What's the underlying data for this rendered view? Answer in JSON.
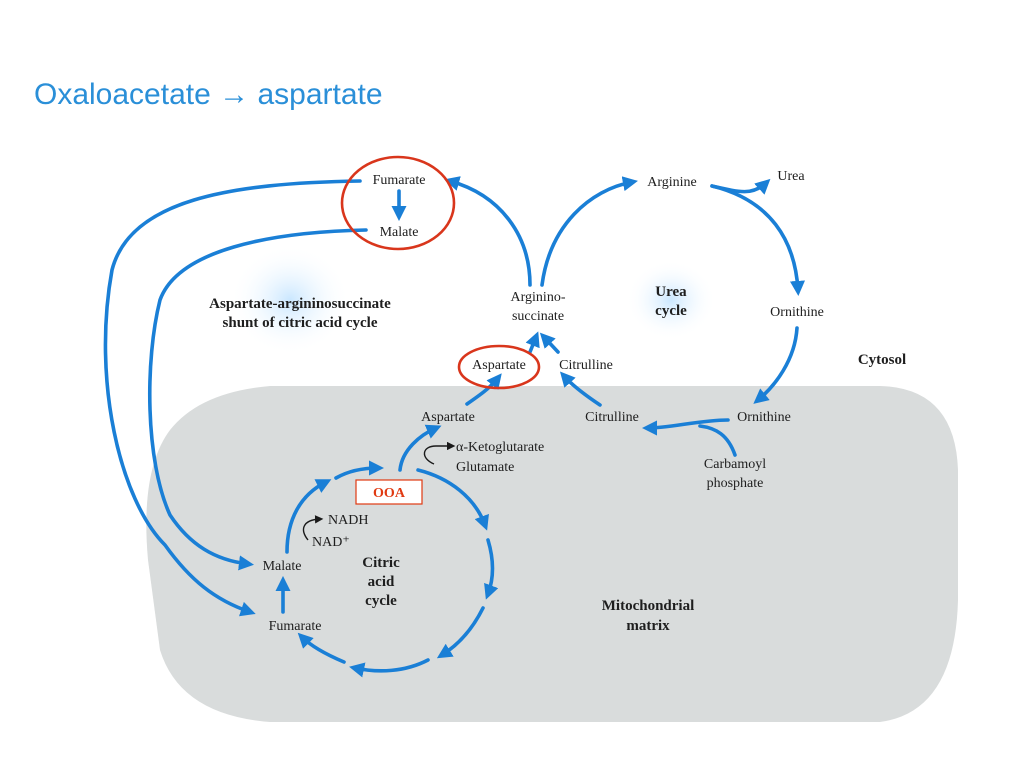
{
  "slide": {
    "title": "Oxaloacetate → aspartate"
  },
  "diagram": {
    "shunt_label_line1": "Aspartate-argininosuccinate",
    "shunt_label_line2": "shunt of citric acid cycle",
    "urea_cycle_line1": "Urea",
    "urea_cycle_line2": "cycle",
    "citric_cycle_line1": "Citric",
    "citric_cycle_line2": "acid",
    "citric_cycle_line3": "cycle",
    "cytosol": "Cytosol",
    "matrix_line1": "Mitochondrial",
    "matrix_line2": "matrix",
    "ooa": "OOA",
    "nodes": {
      "fumarate_top": "Fumarate",
      "malate_top": "Malate",
      "arginine": "Arginine",
      "urea": "Urea",
      "argininosuccinate_line1": "Arginino-",
      "argininosuccinate_line2": "succinate",
      "ornithine_cyto": "Ornithine",
      "aspartate_cyto": "Aspartate",
      "citrulline_cyto": "Citrulline",
      "aspartate_mito": "Aspartate",
      "citrulline_mito": "Citrulline",
      "ornithine_mito": "Ornithine",
      "ketoglutarate": "α-Ketoglutarate",
      "glutamate": "Glutamate",
      "carbamoyl_line1": "Carbamoyl",
      "carbamoyl_line2": "phosphate",
      "nadh": "NADH",
      "nad_plus": "NAD⁺",
      "malate_mito": "Malate",
      "fumarate_mito": "Fumarate"
    }
  },
  "colors": {
    "title": "#2a8fd8",
    "arrow": "#1a7fd6",
    "highlight": "#d9361c",
    "ooa": "#e03a12",
    "mitochondrion": "#d9dcdc"
  }
}
